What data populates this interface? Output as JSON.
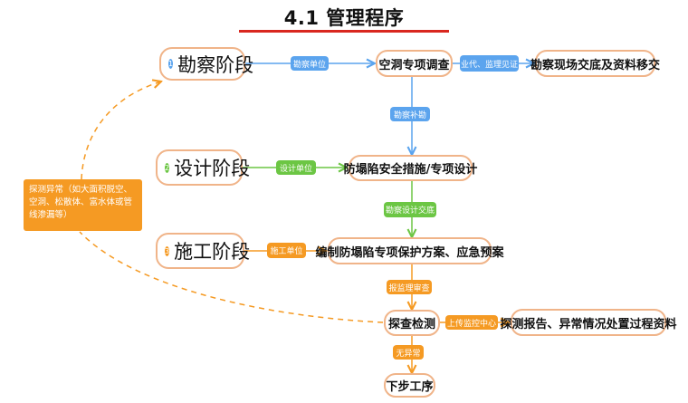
{
  "title": "4.1 管理程序",
  "colors": {
    "title_underline": "#d9271f",
    "node_border": "#f0b489",
    "blue": "#5ba4ee",
    "green": "#6cc644",
    "orange": "#f59a23"
  },
  "stages": [
    {
      "number": "1",
      "label": "勘察阶段",
      "badge_color": "blue"
    },
    {
      "number": "2",
      "label": "设计阶段",
      "badge_color": "green"
    },
    {
      "number": "3",
      "label": "施工阶段",
      "badge_color": "orange"
    }
  ],
  "nodes": {
    "cavity_survey": "空洞专项调查",
    "survey_handover": "勘察现场交底及资料移交",
    "design_measures": "防塌陷安全措施/专项设计",
    "construction_plan": "编制防塌陷专项保护方案、应急预案",
    "detection": "探查检测",
    "detection_report": "探测报告、异常情况处置过程资料",
    "next_step": "下步工序"
  },
  "edge_labels": {
    "survey_unit": "勘察单位",
    "owner_supervisor": "业代、监理见证",
    "survey_supplement": "勘察补勘",
    "design_unit": "设计单位",
    "survey_design_handover": "勘察设计交底",
    "construction_unit": "施工单位",
    "supervisor_review": "报监理审查",
    "upload_center": "上传监控中心",
    "no_anomaly": "无异常"
  },
  "anomaly_note": "探测异常（如大面积脱空、空洞、松散体、富水体或管线渗漏等）"
}
